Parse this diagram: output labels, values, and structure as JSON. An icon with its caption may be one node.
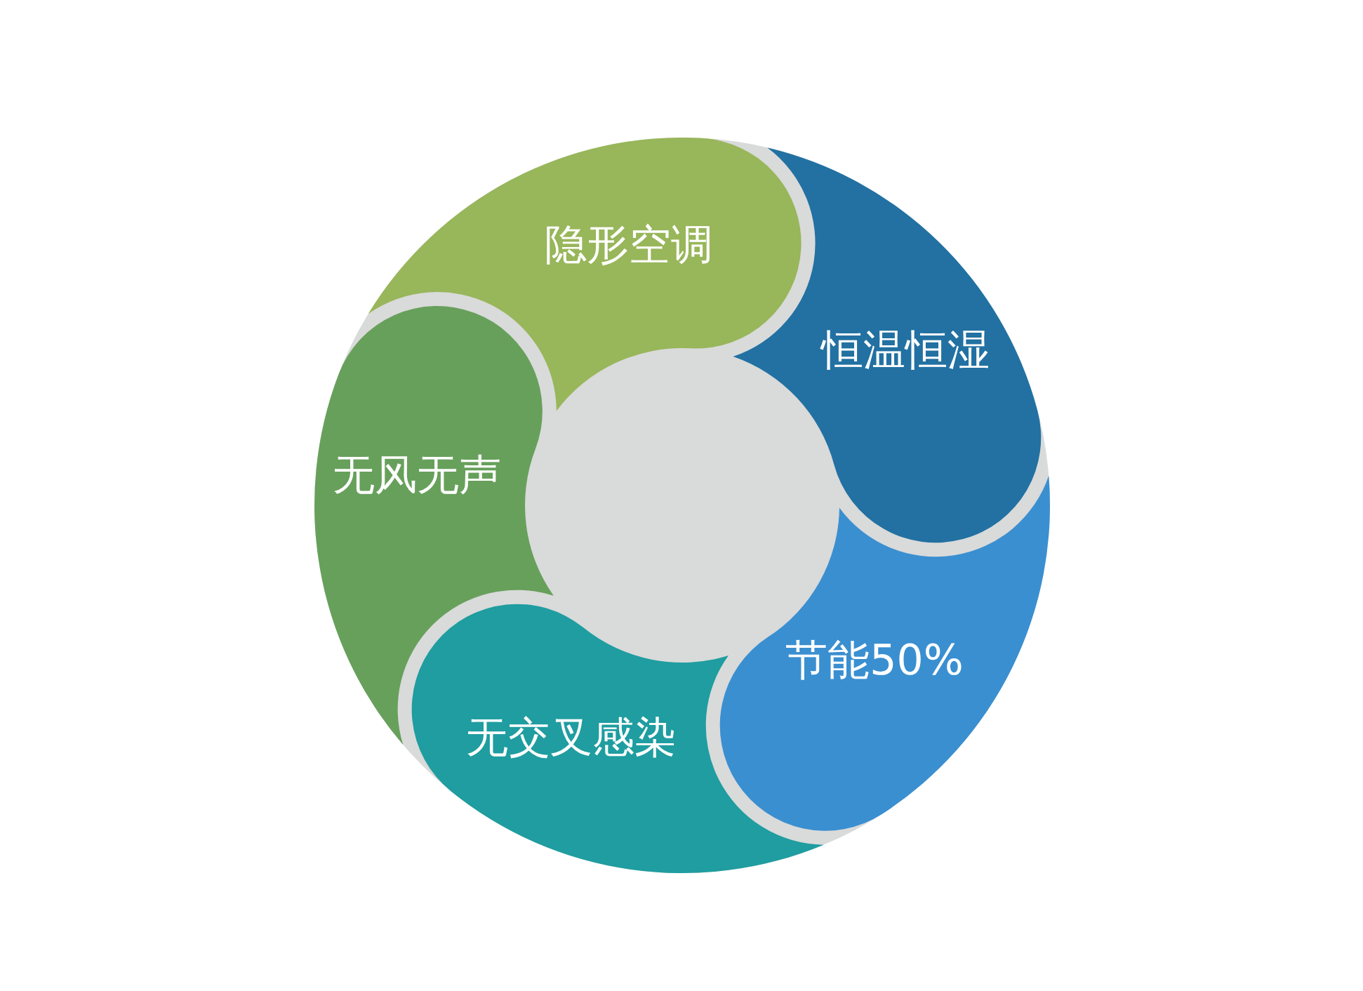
{
  "diagram": {
    "nodes": [
      {
        "text": [
          "隐形空调"
        ]
      },
      {
        "text": [
          "恒温恒湿"
        ]
      },
      {
        "text": [
          "节能50%"
        ]
      },
      {
        "text": [
          "无交叉感染"
        ]
      },
      {
        "text": [
          "无风无声"
        ]
      }
    ]
  }
}
